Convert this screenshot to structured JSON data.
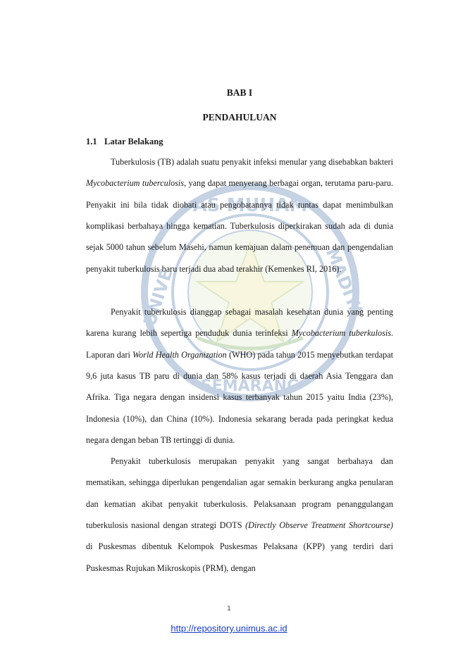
{
  "watermark": {
    "top_text": "AS MUHAM",
    "left_text": "UNIVE",
    "right_text": "MADIYA",
    "bottom_text": "SEMARANG"
  },
  "heading": {
    "chapter": "BAB I",
    "title": "PENDAHULUAN"
  },
  "section": {
    "number": "1.1",
    "title": "Latar Belakang"
  },
  "paragraphs": {
    "p1": {
      "s1": "Tuberkulosis (TB) adalah suatu penyakit infeksi menular yang disebabkan bakteri ",
      "i1": "Mycobacterium tuberculosis",
      "s2": ", yang dapat menyerang berbagai organ, terutama paru-paru. Penyakit ini bila tidak diobati atau pengobatannya tidak tuntas dapat menimbulkan komplikasi berbahaya hingga kematian. Tuberkulosis diperkirakan sudah ada di dunia sejak 5000 tahun sebelum Masehi, namun kemajuan dalam penemuan dan pengendalian penyakit tuberkulosis baru terjadi dua abad terakhir (Kemenkes RI, 2016)."
    },
    "p2": {
      "s1": "Penyakit tuberkulosis dianggap sebagai masalah kesehatan dunia yang penting karena kurang lebih sepertiga penduduk dunia terinfeksi ",
      "i1": "Mycobacterium tuberkulosis",
      "s2": ". Laporan dari ",
      "i2": "World Health Organization",
      "s3": " (WHO) pada tahun 2015 menyebutkan terdapat 9,6 juta kasus TB paru di dunia dan 58% kasus terjadi di daerah Asia Tenggara dan Afrika. Tiga negara dengan insidensi kasus terbanyak tahun 2015 yaitu India (23%), Indonesia (10%), dan China (10%). Indonesia sekarang berada pada peringkat kedua negara dengan beban TB tertinggi di dunia."
    },
    "p3": {
      "s1": "Penyakit tuberkulosis merupakan penyakit yang sangat berbahaya dan mematikan, sehingga diperlukan pengendalian agar semakin berkurang angka penularan dan kematian akibat penyakit tuberkulosis. Pelaksanaan program penanggulangan tuberkulosis nasional dengan strategi DOTS ",
      "i1": "(Directly Observe Treatment Shortcourse)",
      "s2": " di Puskesmas dibentuk Kelompok Puskesmas Pelaksana (KPP) yang terdiri dari Puskesmas Rujukan Mikroskopis (PRM), dengan"
    }
  },
  "page_number": "1",
  "footer": {
    "url": "http://repository.unimus.ac.id"
  }
}
